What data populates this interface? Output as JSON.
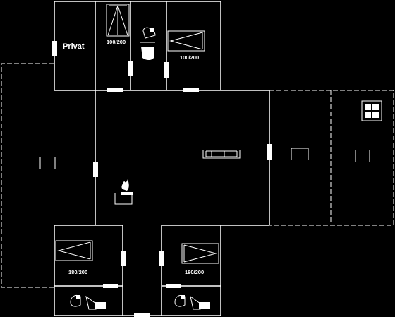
{
  "rooms": {
    "private_label": "Privat"
  },
  "beds": {
    "bunk_top": "100/200",
    "bed_top": "100/200",
    "bed_left": "180/200",
    "bed_right": "180/200"
  },
  "colors": {
    "background": "#000000",
    "lines": "#ffffff"
  },
  "icons": [
    "shower-icon",
    "toilet-icon",
    "sofa-icon",
    "stove-icon",
    "chair-icon",
    "table-icon",
    "sink-icon",
    "cooktop-icon"
  ]
}
